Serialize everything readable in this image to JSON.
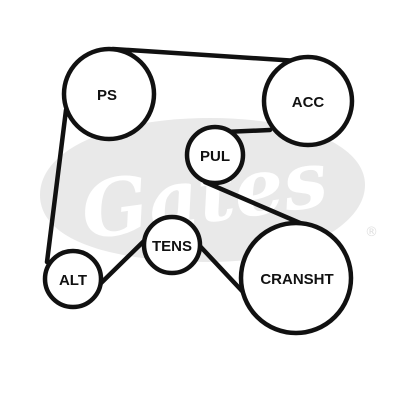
{
  "watermark": {
    "brand": "Gates",
    "registered": "®",
    "color": "#e9e9e9"
  },
  "belt_color": "#111111",
  "pulleys": [
    {
      "id": "ps",
      "label": "PS"
    },
    {
      "id": "acc",
      "label": "ACC"
    },
    {
      "id": "pul",
      "label": "PUL"
    },
    {
      "id": "tens",
      "label": "TENS"
    },
    {
      "id": "alt",
      "label": "ALT"
    },
    {
      "id": "cransht",
      "label": "CRANSHT"
    }
  ]
}
